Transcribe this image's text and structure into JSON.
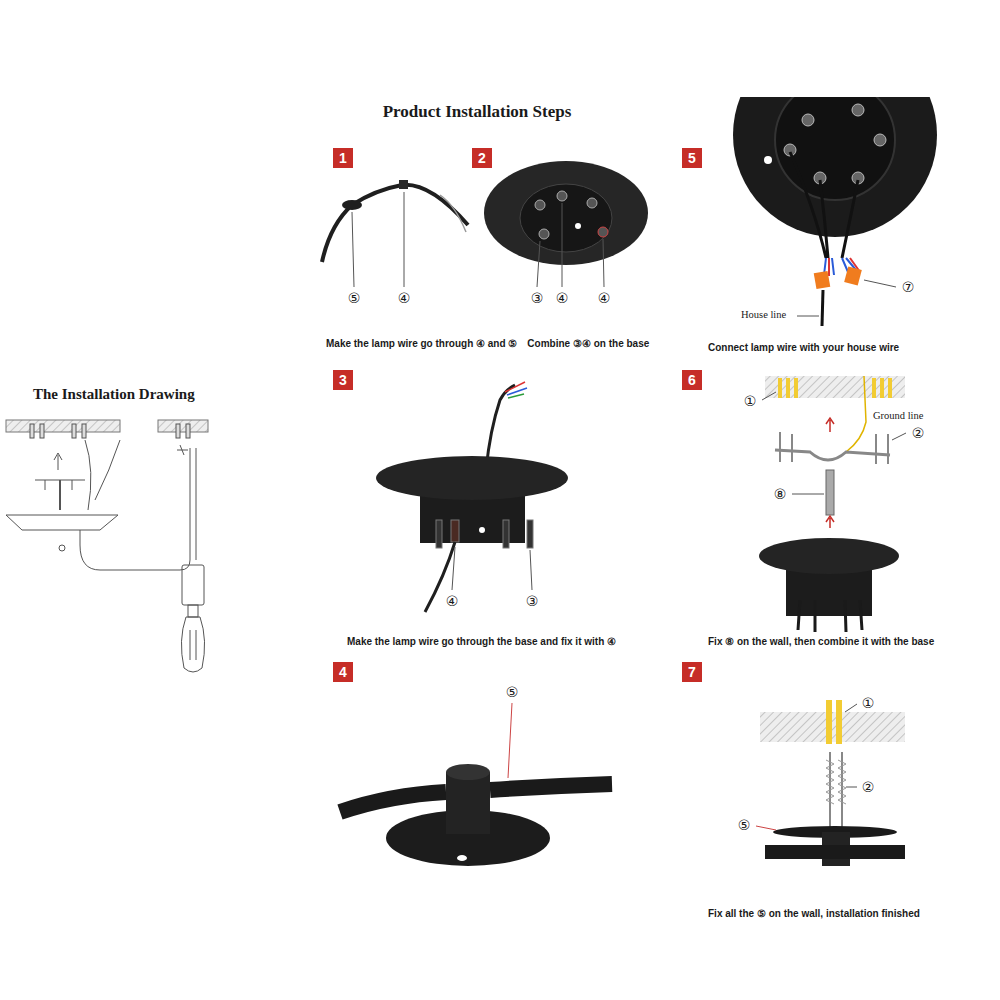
{
  "diagram": {
    "title": "Product Installation Steps",
    "nodes": [
      {
        "text": [
          "1"
        ]
      },
      {
        "text": [
          "2"
        ]
      },
      {
        "text": [
          "5"
        ]
      },
      {
        "text": [
          "3"
        ]
      },
      {
        "text": [
          "6"
        ]
      },
      {
        "text": [
          "4"
        ]
      },
      {
        "text": [
          "7"
        ]
      }
    ],
    "labels": [
      "The Installation Drawing",
      "⑤",
      "④",
      "③",
      "④",
      "④",
      "Make the lamp wire go through ④ and ⑤",
      "Combine ③④ on the base",
      "House line",
      "⑦",
      "Connect lamp wire with your house wire",
      "④",
      "③",
      "Make the lamp wire go through the base and fix it with ④",
      "①",
      "Ground line",
      "②",
      "⑧",
      "Fix ⑧ on the wall, then combine it with the base",
      "⑤",
      "①",
      "②",
      "⑤",
      "Fix all the ⑤ on the wall, installation finished"
    ]
  }
}
